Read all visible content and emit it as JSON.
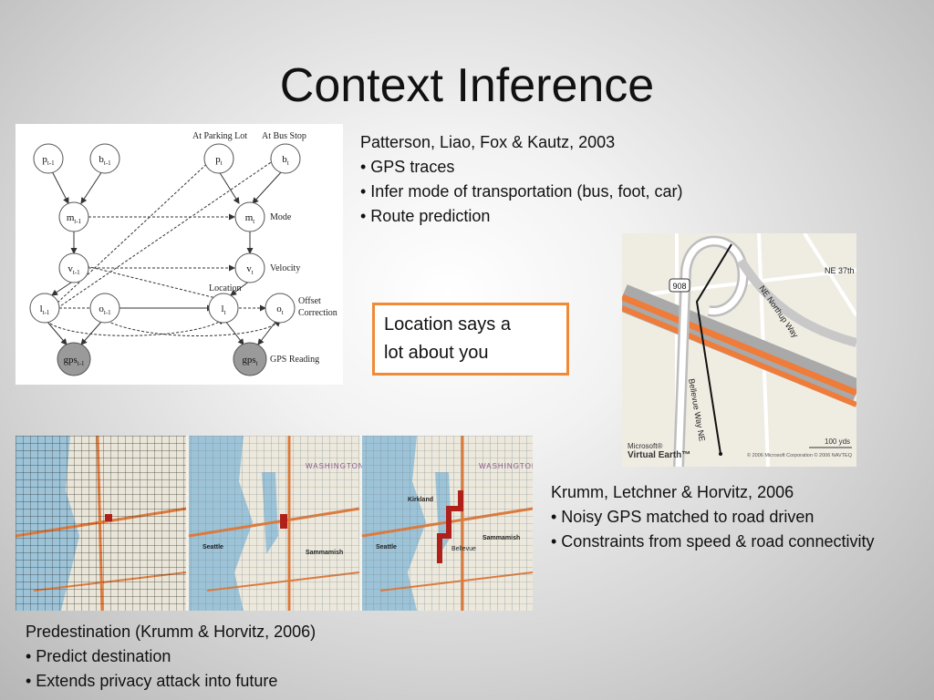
{
  "slide": {
    "title": "Context Inference"
  },
  "diagram": {
    "header_parking": "At Parking Lot",
    "header_bus": "At Bus Stop",
    "nodes": {
      "p_prev": {
        "base": "p",
        "sub": "t-1"
      },
      "b_prev": {
        "base": "b",
        "sub": "t-1"
      },
      "p_t": {
        "base": "p",
        "sub": "t"
      },
      "b_t": {
        "base": "b",
        "sub": "t"
      },
      "m_prev": {
        "base": "m",
        "sub": "t-1"
      },
      "m_t": {
        "base": "m",
        "sub": "t"
      },
      "v_prev": {
        "base": "v",
        "sub": "t-1"
      },
      "v_t": {
        "base": "v",
        "sub": "t"
      },
      "l_prev": {
        "base": "l",
        "sub": "t-1"
      },
      "o_prev": {
        "base": "o",
        "sub": "t-1"
      },
      "l_t": {
        "base": "l",
        "sub": "t"
      },
      "o_t": {
        "base": "o",
        "sub": "t"
      },
      "gps_prev": {
        "base": "gps",
        "sub": "t-1"
      },
      "gps_t": {
        "base": "gps",
        "sub": "t"
      }
    },
    "labels": {
      "mode": "Mode",
      "velocity": "Velocity",
      "location": "Location",
      "offset_1": "Offset",
      "offset_2": "Correction",
      "gps_reading": "GPS Reading"
    }
  },
  "patterson": {
    "citation": "Patterson, Liao, Fox & Kautz, 2003",
    "bullets": [
      "• GPS traces",
      "• Infer mode of transportation (bus, foot, car)",
      "• Route prediction"
    ]
  },
  "callout": {
    "line1": "Location says a",
    "line2": "lot about you"
  },
  "road_map": {
    "label_street": "NE 37th",
    "label_northup": "NE Northup Way",
    "label_bellevue": "Bellevue Way NE",
    "label_shield": "908",
    "brand_line1": "Microsoft®",
    "brand_line2": "Virtual Earth™",
    "scale": "100 yds",
    "copyright": "© 2006 Microsoft Corporation  © 2006 NAVTEQ"
  },
  "krumm": {
    "citation": "Krumm, Letchner & Horvitz, 2006",
    "bullets": [
      "• Noisy GPS matched to road driven",
      "• Constraints from speed & road connectivity"
    ]
  },
  "pred_maps": {
    "state_label": "WASHINGTON",
    "cities": [
      "Seattle",
      "Kirkland",
      "Sammamish",
      "Bellevue"
    ]
  },
  "predestination": {
    "citation": "Predestination (Krumm & Horvitz, 2006)",
    "bullets": [
      "• Predict destination",
      "• Extends privacy attack into future"
    ]
  },
  "colors": {
    "callout_border": "#f08a36",
    "freeway": "#f07c3a",
    "track_red": "#b0201a"
  }
}
